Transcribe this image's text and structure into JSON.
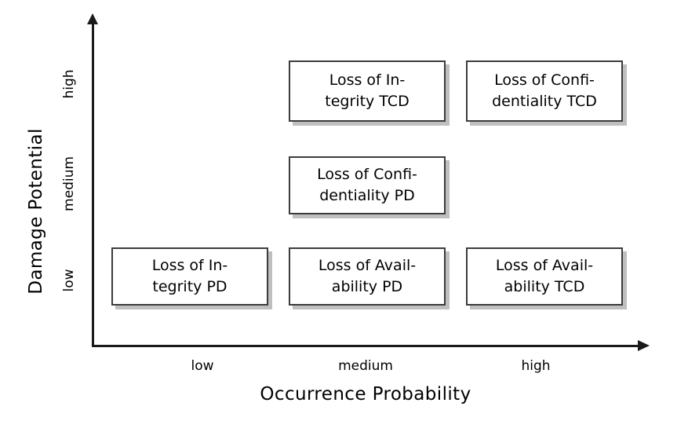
{
  "chart_data": {
    "type": "table",
    "title": "",
    "xlabel": "Occurrence Probability",
    "ylabel": "Damage Potential",
    "x_categories": [
      "low",
      "medium",
      "high"
    ],
    "y_categories": [
      "low",
      "medium",
      "high"
    ],
    "grid": false,
    "legend": "none",
    "cells": [
      {
        "x": "medium",
        "y": "high",
        "label": "Loss of In-\ntegrity TCD"
      },
      {
        "x": "high",
        "y": "high",
        "label": "Loss of Confi-\ndentiality TCD"
      },
      {
        "x": "medium",
        "y": "medium",
        "label": "Loss of Confi-\ndentiality PD"
      },
      {
        "x": "low",
        "y": "low",
        "label": "Loss of In-\ntegrity PD"
      },
      {
        "x": "medium",
        "y": "low",
        "label": "Loss of Avail-\nability PD"
      },
      {
        "x": "high",
        "y": "low",
        "label": "Loss of Avail-\nability TCD"
      }
    ]
  },
  "axes": {
    "y": {
      "title": "Damage Potential",
      "ticks": {
        "high": "high",
        "medium": "medium",
        "low": "low"
      }
    },
    "x": {
      "title": "Occurrence Probability",
      "ticks": {
        "low": "low",
        "medium": "medium",
        "high": "high"
      }
    }
  },
  "boxes": {
    "integrity_tcd": "Loss of In-\ntegrity TCD",
    "confidentiality_tcd": "Loss of Confi-\ndentiality TCD",
    "confidentiality_pd": "Loss of Confi-\ndentiality PD",
    "integrity_pd": "Loss of In-\ntegrity PD",
    "availability_pd": "Loss of Avail-\nability PD",
    "availability_tcd": "Loss of Avail-\nability TCD"
  },
  "colors": {
    "box_border": "#3c3c3c",
    "box_fill": "#ffffff",
    "box_shadow": "#bfbfbf",
    "axis": "#1a1a1a",
    "background": "#ffffff"
  }
}
